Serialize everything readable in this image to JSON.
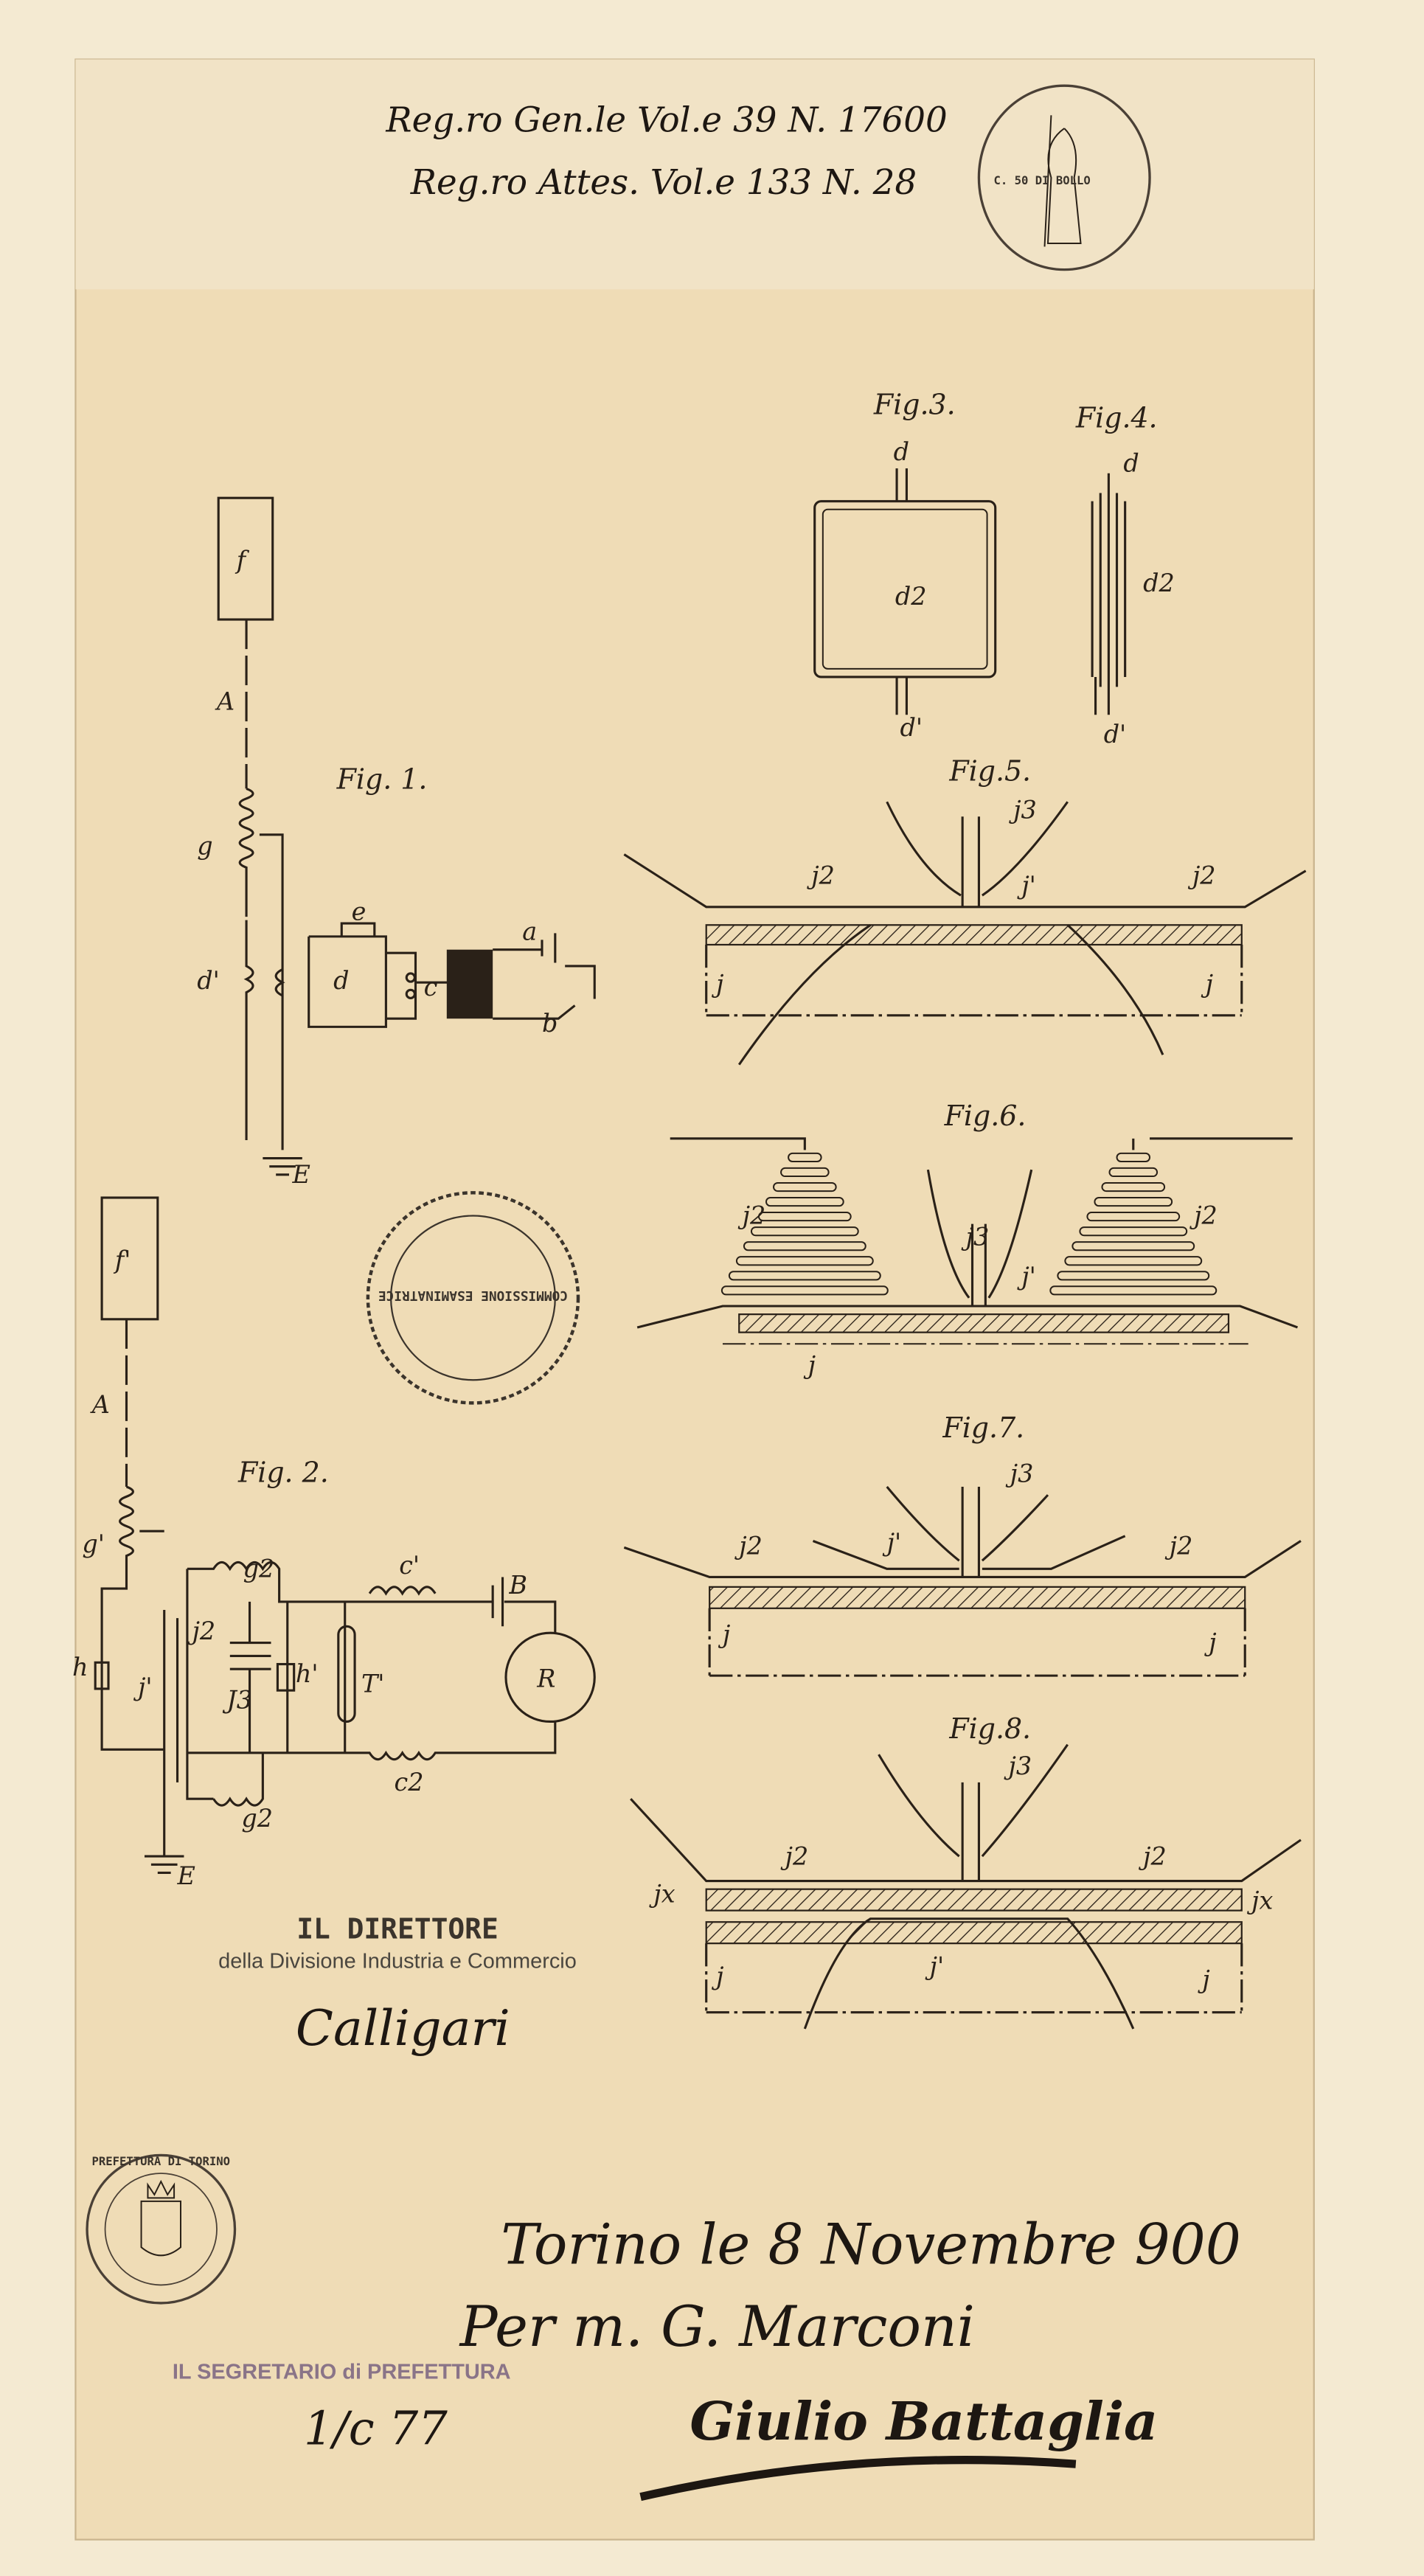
{
  "header": {
    "register_line_1": "Reg.ro Gen.le Vol.e 39 N. 17600",
    "register_line_2": "Reg.ro Attes. Vol.e 133 N. 28",
    "revenue_stamp": "C. 50 DI BOLLO"
  },
  "figures": {
    "fig1": {
      "title": "Fig. 1.",
      "labels": [
        "f",
        "A",
        "g",
        "e",
        "d'",
        "d",
        "c",
        "a",
        "b",
        "E"
      ]
    },
    "fig2": {
      "title": "Fig. 2.",
      "labels": [
        "f'",
        "A",
        "g'",
        "g2",
        "h",
        "j'",
        "j2",
        "J3",
        "c'",
        "B",
        "h'",
        "T'",
        "R",
        "c2",
        "g2",
        "E"
      ]
    },
    "fig3": {
      "title": "Fig.3.",
      "labels": [
        "d",
        "d2",
        "d'"
      ]
    },
    "fig4": {
      "title": "Fig.4.",
      "labels": [
        "d",
        "d2",
        "d'"
      ]
    },
    "fig5": {
      "title": "Fig.5.",
      "labels": [
        "j3",
        "j2",
        "j'",
        "j2",
        "j",
        "j"
      ]
    },
    "fig6": {
      "title": "Fig.6.",
      "labels": [
        "j3",
        "j2",
        "j2",
        "j'",
        "j"
      ]
    },
    "fig7": {
      "title": "Fig.7.",
      "labels": [
        "j3",
        "j2",
        "j'",
        "j2",
        "j",
        "j"
      ]
    },
    "fig8": {
      "title": "Fig.8.",
      "labels": [
        "j3",
        "j2",
        "j2",
        "jx",
        "jx",
        "j'",
        "j",
        "j"
      ]
    }
  },
  "stamps": {
    "commission_stamp": "COMMISSIONE ESAMINATRICE",
    "prefecture_seal": "PREFETTURA DI TORINO"
  },
  "director": {
    "title": "IL DIRETTORE",
    "division": "della Divisione Industria e Commercio",
    "signature": "Calligari"
  },
  "secretary": {
    "title": "IL SEGRETARIO di PREFETTURA",
    "mark": "1/c 77"
  },
  "closing": {
    "place_date": "Torino le 8 Novembre 900",
    "on_behalf": "Per m. G. Marconi",
    "signature": "Giulio Battaglia"
  },
  "colors": {
    "paper": "#efdcb6",
    "frame": "#f4ead2",
    "ink": "#2a2118",
    "purple_stamp": "#8a7488"
  }
}
